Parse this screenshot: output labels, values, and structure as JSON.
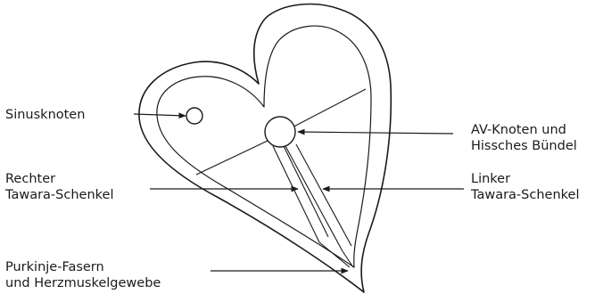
{
  "labels": {
    "sinusknoten": "Sinusknoten",
    "av_knoten_line1": "AV-Knoten und",
    "av_knoten_line2": "Hissches Bündel",
    "rechter_line1": "Rechter",
    "rechter_line2": "Tawara-Schenkel",
    "linker_line1": "Linker",
    "linker_line2": "Tawara-Schenkel",
    "purkinje_line1": "Purkinje-Fasern",
    "purkinje_line2": "und Herzmuskelgewebe"
  }
}
